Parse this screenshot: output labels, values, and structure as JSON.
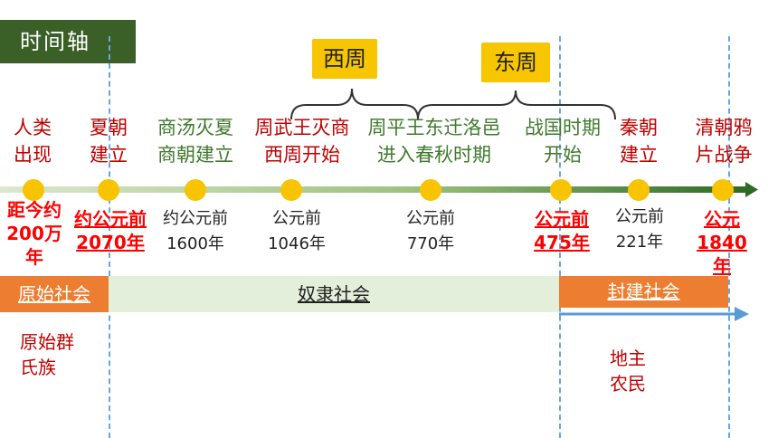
{
  "title": "时间轴",
  "periods": {
    "west_zhou": "西周",
    "east_zhou": "东周"
  },
  "events": [
    {
      "l1": "人类",
      "l2": "出现"
    },
    {
      "l1": "夏朝",
      "l2": "建立"
    },
    {
      "l1": "商汤灭夏",
      "l2": "商朝建立"
    },
    {
      "l1": "周武王灭商",
      "l2": "西周开始"
    },
    {
      "l1": "周平王东迁洛邑",
      "l2": "进入春秋时期"
    },
    {
      "l1": "战国时期",
      "l2": "开始"
    },
    {
      "l1": "秦朝",
      "l2": "建立"
    },
    {
      "l1": "清朝鸦",
      "l2": "片战争"
    }
  ],
  "dates": [
    {
      "l1": "距今约",
      "l2": "200万",
      "l3": "年"
    },
    {
      "l1": "约公元前",
      "l2": "2070年"
    },
    {
      "l1": "约公元前",
      "l2": "1600年"
    },
    {
      "l1": "公元前",
      "l2": "1046年"
    },
    {
      "l1": "公元前",
      "l2": "770年"
    },
    {
      "l1": "公元前",
      "l2": "475年"
    },
    {
      "l1": "公元前",
      "l2": "221年"
    },
    {
      "l1": "公元",
      "l2": "1840",
      "l3": "年"
    }
  ],
  "societies": {
    "primitive": "原始社会",
    "slave": "奴隶社会",
    "feudal": "封建社会"
  },
  "notes": {
    "primitive": {
      "l1": "原始群",
      "l2": "氏族"
    },
    "feudal": {
      "l1": "地主",
      "l2": "农民"
    }
  },
  "colors": {
    "title_bg": "#3a5f27",
    "period_bg": "#f7c600",
    "dot": "#f8c400",
    "red": "#c00000",
    "green": "#3f7a2c",
    "primitive_bg": "#ed7d31",
    "slave_bg": "#e3efda",
    "feudal_bg": "#ed7d31",
    "arrow_blue": "#5b9bd5"
  }
}
